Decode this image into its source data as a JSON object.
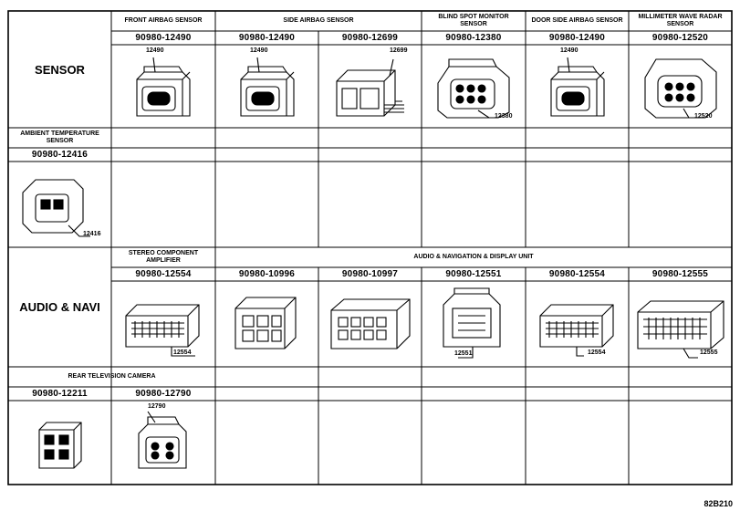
{
  "sensor": {
    "title": "SENSOR",
    "groups": {
      "front_airbag": "FRONT AIRBAG SENSOR",
      "side_airbag": "SIDE AIRBAG SENSOR",
      "blind_spot": "BLIND SPOT MONITOR SENSOR",
      "door_side": "DOOR SIDE AIRBAG SENSOR",
      "millimeter": "MILLIMETER WAVE RADAR SENSOR"
    },
    "parts": [
      {
        "pn": "90980-12490",
        "callout": "12490"
      },
      {
        "pn": "90980-12490",
        "callout": "12490"
      },
      {
        "pn": "90980-12699",
        "callout": "12699"
      },
      {
        "pn": "90980-12380",
        "callout": "12380"
      },
      {
        "pn": "90980-12490",
        "callout": "12490"
      },
      {
        "pn": "90980-12520",
        "callout": "12520"
      }
    ]
  },
  "ambient": {
    "label": "AMBIENT TEMPERATURE SENSOR",
    "pn": "90980-12416",
    "callout": "12416"
  },
  "audio": {
    "title": "AUDIO & NAVI",
    "groups": {
      "stereo": "STEREO COMPONENT AMPLIFIER",
      "nav_display": "AUDIO & NAVIGATION & DISPLAY UNIT"
    },
    "parts": [
      {
        "pn": "90980-12554",
        "callout": "12554"
      },
      {
        "pn": "90980-10996",
        "callout": ""
      },
      {
        "pn": "90980-10997",
        "callout": ""
      },
      {
        "pn": "90980-12551",
        "callout": "12551"
      },
      {
        "pn": "90980-12554",
        "callout": "12554"
      },
      {
        "pn": "90980-12555",
        "callout": "12555"
      }
    ]
  },
  "rear_camera": {
    "label": "REAR TELEVISION CAMERA",
    "parts": [
      {
        "pn": "90980-12211",
        "callout": ""
      },
      {
        "pn": "90980-12790",
        "callout": "12790"
      }
    ]
  },
  "ref": "82B210"
}
